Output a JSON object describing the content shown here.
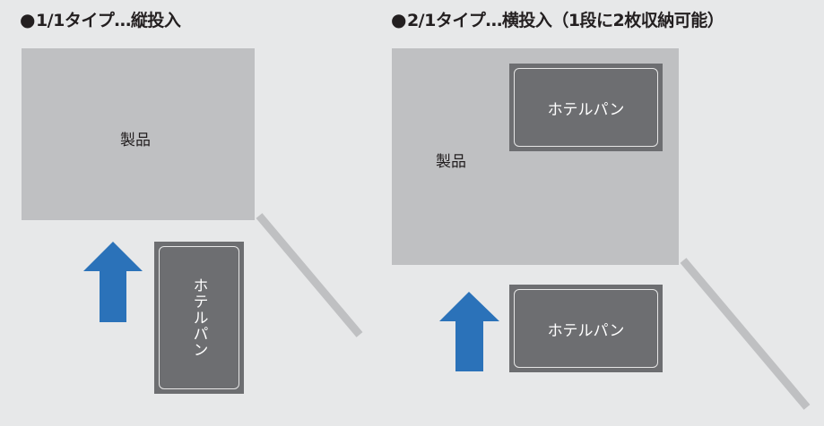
{
  "left": {
    "heading_bullet": "●",
    "heading_text": "1/1タイプ…縦投入",
    "product_label": "製品",
    "pan_label": "ホテルパン"
  },
  "right": {
    "heading_bullet": "●",
    "heading_text": "2/1タイプ…横投入（1段に2枚収納可能）",
    "product_label": "製品",
    "pan_top_label": "ホテルパン",
    "pan_bottom_label": "ホテルパン"
  },
  "colors": {
    "background": "#e7e8e9",
    "product": "#bfc0c2",
    "pan": "#6d6e71",
    "arrow": "#2b72b9",
    "door": "#bfc0c2"
  }
}
